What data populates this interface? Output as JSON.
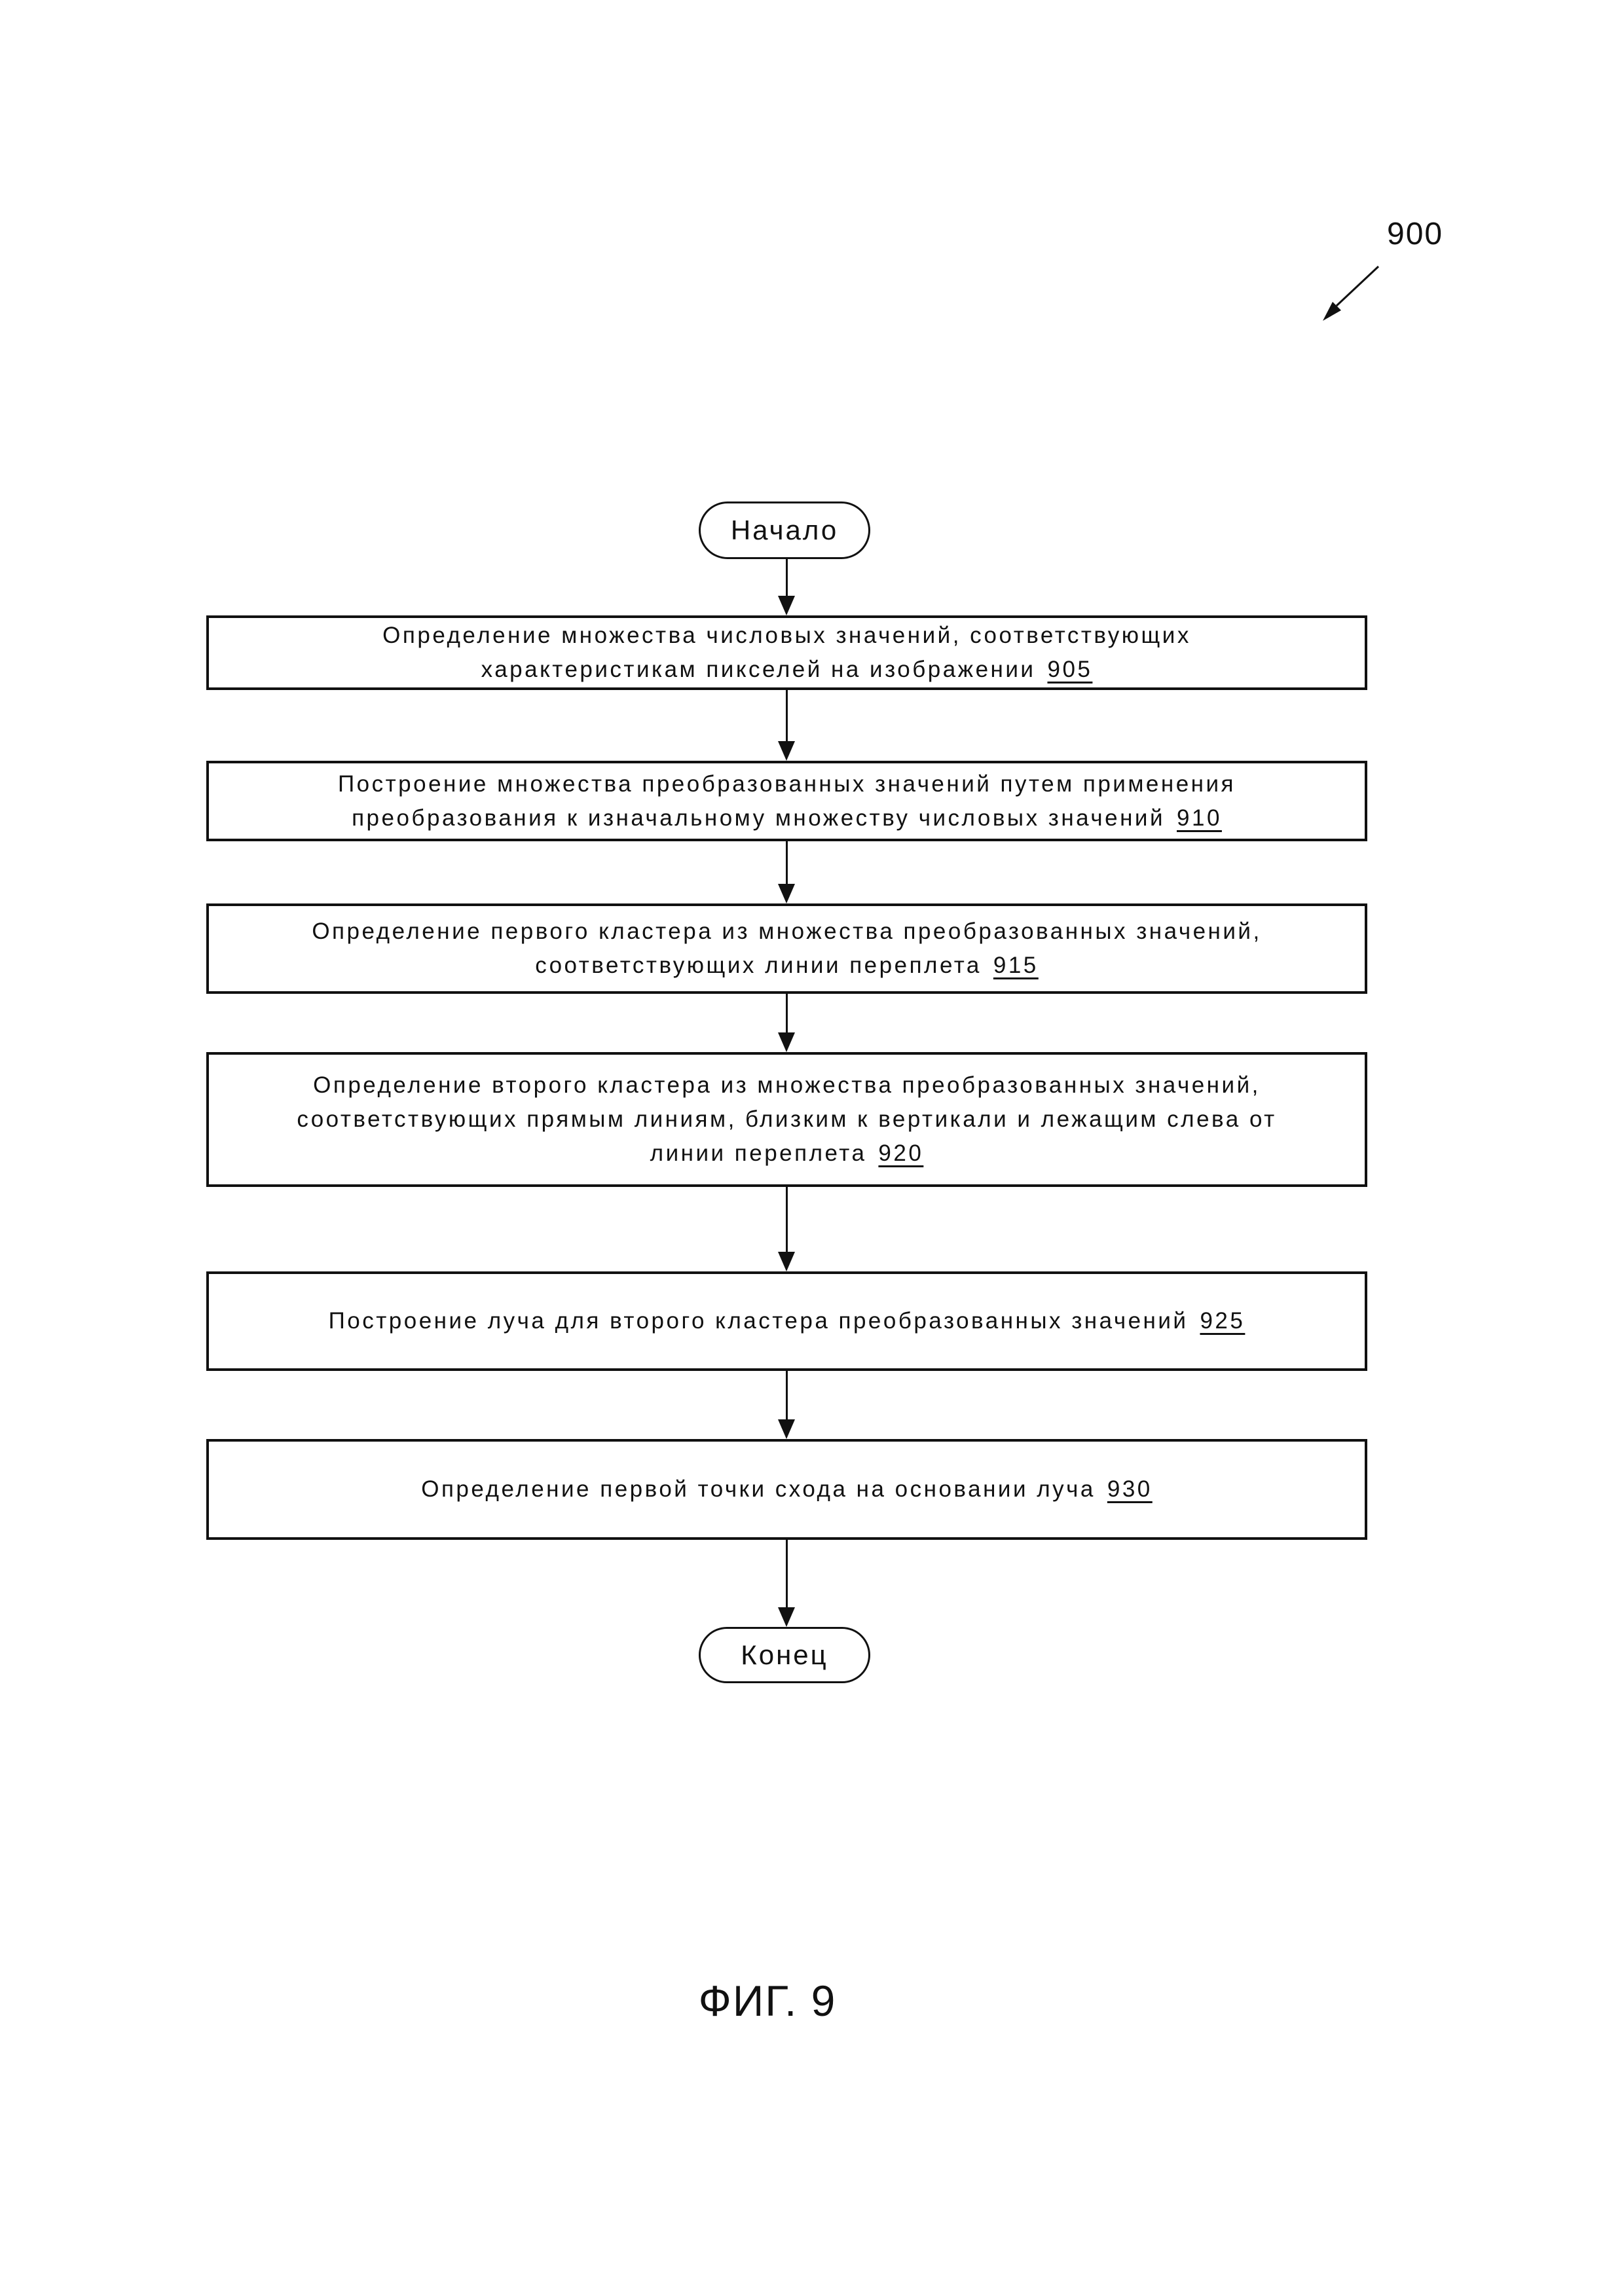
{
  "page": {
    "figure_number": "900",
    "caption": "ФИГ. 9",
    "ink_color": "#111111",
    "background_color": "#ffffff"
  },
  "flow": {
    "start_label": "Начало",
    "end_label": "Конец",
    "steps": [
      {
        "ref": "905",
        "lines": [
          "Определение множества числовых значений, соответствующих",
          "характеристикам пикселей на изображении"
        ]
      },
      {
        "ref": "910",
        "lines": [
          "Построение множества преобразованных значений путем применения",
          "преобразования к изначальному множеству числовых значений"
        ]
      },
      {
        "ref": "915",
        "lines": [
          "Определение первого кластера из множества преобразованных значений,",
          "соответствующих линии переплета"
        ]
      },
      {
        "ref": "920",
        "lines": [
          "Определение второго кластера из множества преобразованных значений,",
          "соответствующих прямым линиям, близким к вертикали и лежащим слева от",
          "линии переплета"
        ]
      },
      {
        "ref": "925",
        "lines": [
          "Построение луча для второго кластера преобразованных значений"
        ]
      },
      {
        "ref": "930",
        "lines": [
          "Определение первой точки схода на основании луча"
        ]
      }
    ]
  }
}
